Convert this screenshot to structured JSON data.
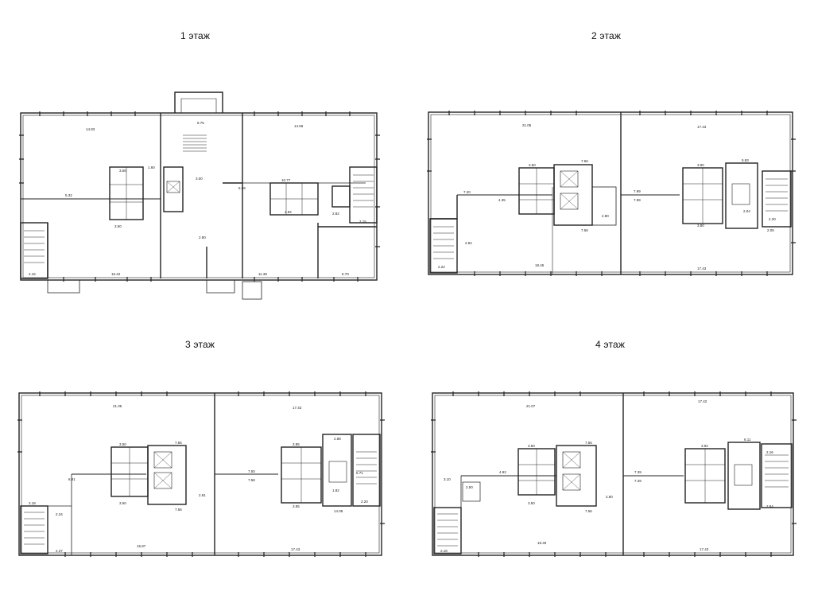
{
  "floors": [
    {
      "title": "1 этаж",
      "dims": {
        "top_left": "14.93",
        "top_right": "14.59",
        "center_top": "8.75",
        "bottom_left": "15.42",
        "bottom_mid": "11.38",
        "bottom_right": "5.70",
        "left_stair": "2.15",
        "mid_left": "5.32",
        "mid_center": "3.00",
        "mid_center2": "2.80",
        "mid_right": "5.99",
        "right_a": "10.77",
        "right_b": "4.92",
        "right_c": "2.82",
        "right_d": "2.15",
        "wc_a": "3.50",
        "wc_b": "3.50",
        "wc_c": "1.60"
      }
    },
    {
      "title": "2 этаж",
      "dims": {
        "top_left": "21.05",
        "top_right": "17.43",
        "bottom_left": "18.45",
        "bottom_right": "17.43",
        "mid_left": "7.20",
        "mid_left2": "4.35",
        "core_a": "7.56",
        "core_b": "7.56",
        "mid_right": "7.99",
        "mid_right2": "7.99",
        "wc_a": "3.50",
        "wc_b": "3.90",
        "wc_c": "3.80",
        "r_a": "5.83",
        "r_b": "2.04",
        "r_c": "2.20",
        "r_d": "2.05",
        "stair": "2.22",
        "stair2": "2.84",
        "c_small": "2.80"
      }
    },
    {
      "title": "3 этаж",
      "dims": {
        "top_left": "21.05",
        "top_right": "17.43",
        "bottom_left": "15.87",
        "bottom_right": "17.43",
        "mid_left": "6.91",
        "core_a": "7.56",
        "core_b": "7.56",
        "mid_right": "7.50",
        "mid_right2": "7.58",
        "wc_a": "3.50",
        "wc_b": "3.50",
        "wc_c": "3.85",
        "wc_d": "3.85",
        "r_a": "2.88",
        "r_b": "5.71",
        "r_c": "14.08",
        "r_d": "2.20",
        "r_e": "1.92",
        "stair": "2.34",
        "stair2": "2.37",
        "stair3": "2.18",
        "c_small": "2.81"
      }
    },
    {
      "title": "4 этаж",
      "dims": {
        "top_left": "21.07",
        "top_right": "17.42",
        "bottom_left": "18.49",
        "bottom_right": "17.43",
        "mid_left": "4.92",
        "mid_left2": "3.10",
        "mid_left3": "2.50",
        "core_a": "7.56",
        "core_b": "7.56",
        "mid_right": "7.39",
        "mid_right2": "7.39",
        "wc_a": "3.50",
        "wc_b": "3.50",
        "wc_c": "3.92",
        "r_a": "6.11",
        "r_b": "2.16",
        "r_c": "2.84",
        "stair": "2.18",
        "c_small": "2.80"
      }
    }
  ]
}
